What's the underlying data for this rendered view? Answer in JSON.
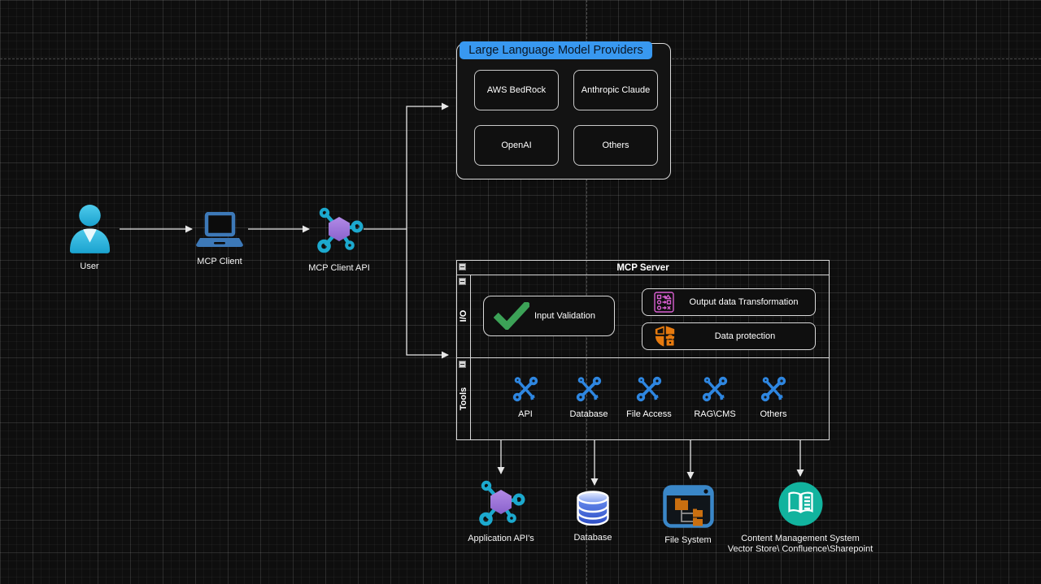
{
  "flow": {
    "user": "User",
    "mcp_client": "MCP Client",
    "mcp_client_api": "MCP Client API"
  },
  "llm_providers": {
    "title": "Large Language Model Providers",
    "items": [
      "AWS BedRock",
      "Anthropic Claude",
      "OpenAI",
      "Others"
    ]
  },
  "mcp_server": {
    "title": "MCP Server",
    "io": {
      "lane_label": "I/O",
      "input_validation": "Input Validation",
      "output_transformation": "Output data Transformation",
      "data_protection": "Data protection"
    },
    "tools": {
      "lane_label": "Tools",
      "items": [
        "API",
        "Database",
        "File Access",
        "RAG\\CMS",
        "Others"
      ]
    }
  },
  "backends": {
    "application_apis": "Application API's",
    "database": "Database",
    "file_system": "File System",
    "cms_line1": "Content Management System",
    "cms_line2": "Vector Store\\ Confluence\\Sharepoint"
  },
  "colors": {
    "accent_blue": "#3898F0",
    "tool_blue": "#2E86E0",
    "check_green": "#3CA257",
    "transform_pink": "#D95FD1",
    "shield_orange": "#E67A0E",
    "cms_teal": "#12B39E",
    "user_cyan": "#27B5DC",
    "laptop_blue": "#3D79B8",
    "hex_purple": "#9B77D4",
    "db_blue": "#4169D8",
    "connector": "#E8E8E8"
  }
}
